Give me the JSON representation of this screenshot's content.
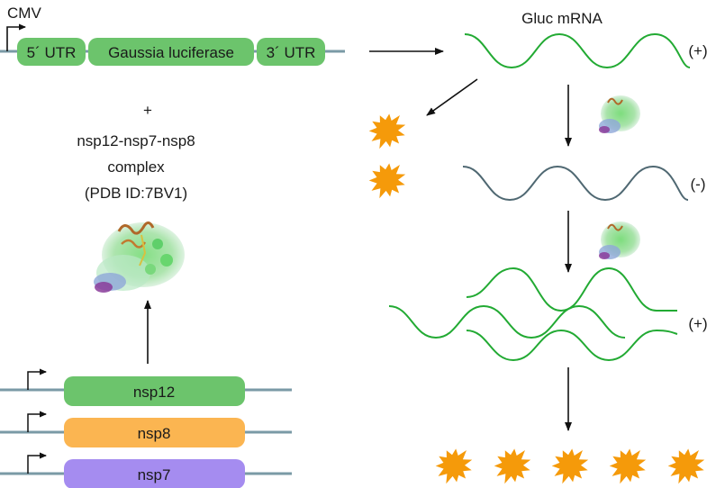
{
  "promoter_label": "CMV",
  "construct_segments": [
    "5´ UTR",
    "Gaussia luciferase",
    "3´ UTR"
  ],
  "plus_sign": "+",
  "complex_label": [
    "nsp12-nsp7-nsp8",
    "complex",
    "(PDB ID:7BV1)"
  ],
  "mrna_label": "Gluc mRNA",
  "strand_labels": {
    "plus_top": "(+)",
    "minus": "(-)",
    "plus_bottom": "(+)"
  },
  "genes": [
    "nsp12",
    "nsp8",
    "nsp7"
  ],
  "colors": {
    "construct_green": "#6cc46c",
    "nsp12": "#6cc46c",
    "nsp8": "#fbb551",
    "nsp7": "#a58cf0",
    "plus_strand": "#22aa33",
    "minus_strand": "#4f6872",
    "backbone": "#7a9aa6",
    "star": "#f59a0a"
  }
}
